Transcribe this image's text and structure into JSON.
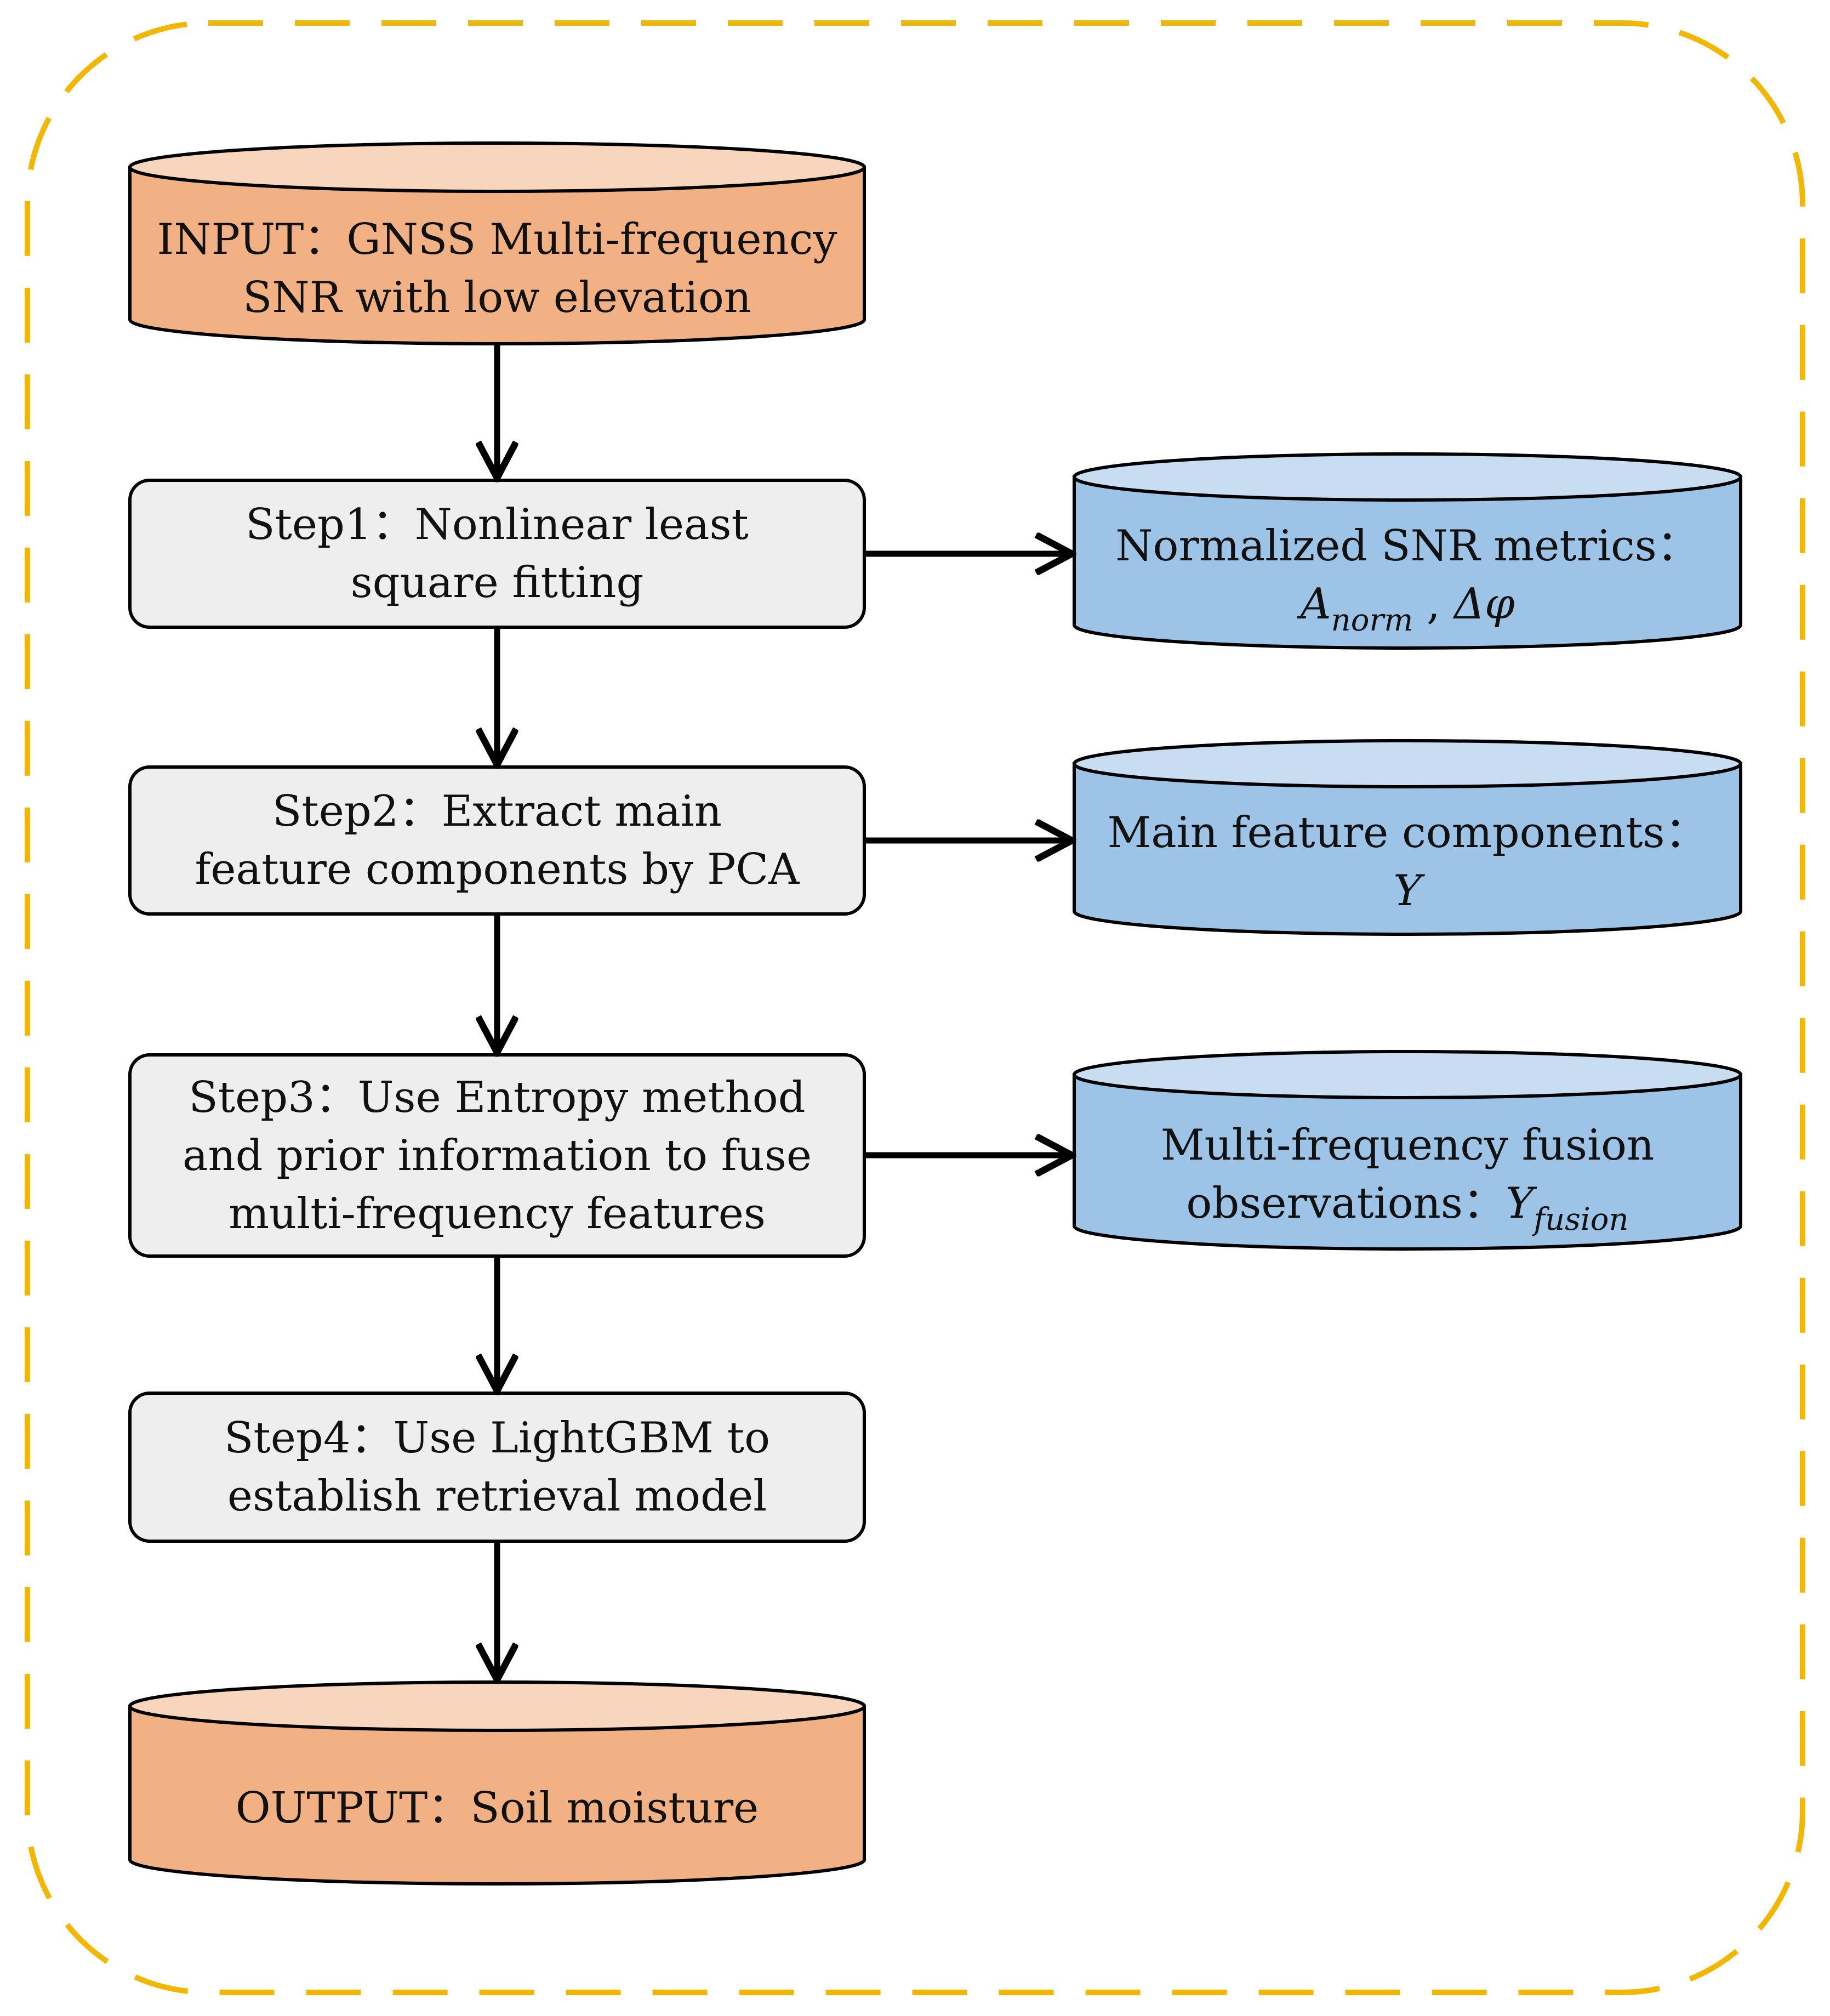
{
  "colors": {
    "border_dashed": "#F2B705",
    "cylinder_orange_fill": "#F2B184",
    "cylinder_orange_top": "#F8D5BD",
    "cylinder_blue_fill": "#9DC3E6",
    "cylinder_blue_top": "#C8DDF2",
    "step_box_fill": "#EEEEEE",
    "stroke": "#000000"
  },
  "nodes": {
    "input": {
      "line1": "INPUT：GNSS Multi-frequency",
      "line2": "SNR with low elevation"
    },
    "step1": {
      "line1": "Step1：Nonlinear least",
      "line2": "square fitting"
    },
    "step2": {
      "line1": "Step2：Extract  main",
      "line2": "feature components by PCA"
    },
    "step3": {
      "line1": "Step3：Use Entropy method",
      "line2": "and  prior information to fuse",
      "line3": "multi-frequency features"
    },
    "step4": {
      "line1": "Step4：Use LightGBM to",
      "line2": "establish retrieval model"
    },
    "output": {
      "line1": "OUTPUT：Soil moisture"
    }
  },
  "side_outputs": {
    "metrics": {
      "line1": "Normalized SNR metrics：",
      "symbol_a": "A",
      "symbol_a_sub": "norm",
      "separator": " , ",
      "symbol_phi": "Δφ"
    },
    "components": {
      "line1": "Main feature components：",
      "symbol": "Y"
    },
    "fusion": {
      "line1": "Multi-frequency fusion",
      "line2_prefix": "observations：",
      "symbol": "Y",
      "symbol_sub": "fusion"
    }
  },
  "edges": [
    {
      "from": "input",
      "to": "step1"
    },
    {
      "from": "step1",
      "to": "step2"
    },
    {
      "from": "step2",
      "to": "step3"
    },
    {
      "from": "step3",
      "to": "step4"
    },
    {
      "from": "step4",
      "to": "output"
    },
    {
      "from": "step1",
      "to": "metrics"
    },
    {
      "from": "step2",
      "to": "components"
    },
    {
      "from": "step3",
      "to": "fusion"
    }
  ]
}
